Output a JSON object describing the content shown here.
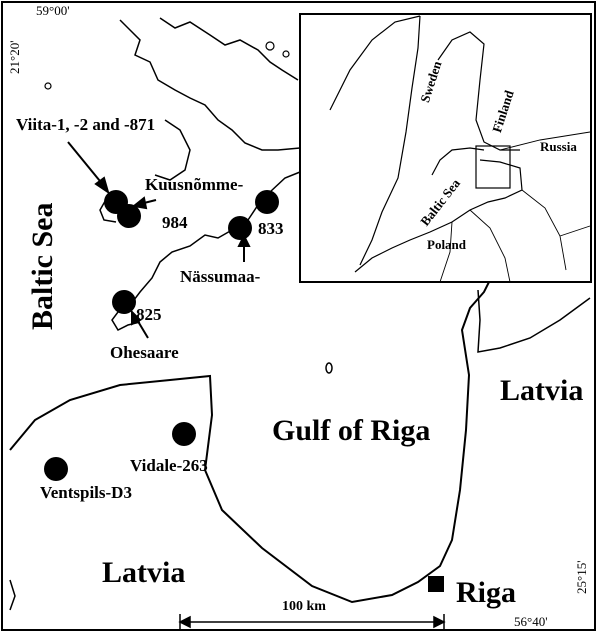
{
  "coordinates": {
    "lat_top": "59°00'",
    "lon_left": "21°20'",
    "lon_right": "25°15'",
    "lat_bottom": "56°40'"
  },
  "labels": {
    "baltic_sea": "Baltic Sea",
    "gulf_of_riga": "Gulf of Riga",
    "latvia_east": "Latvia",
    "latvia_south": "Latvia",
    "riga": "Riga"
  },
  "sites": {
    "viita": "Viita-1, -2 and -871",
    "kuusnomme_line1": "Kuusnõmme-",
    "kuusnomme_line2": "984",
    "nassumaa_num": "833",
    "nassumaa_name": "Nässumaa-",
    "ohesaare_num": "825",
    "ohesaare_name": "Ohesaare",
    "vidale": "Vidale-263",
    "ventspils": "Ventspils-D3"
  },
  "scale_bar": {
    "label": "100 km"
  },
  "inset": {
    "sweden": "Sweden",
    "finland": "Finland",
    "russia": "Russia",
    "baltic_sea": "Baltic Sea",
    "poland": "Poland"
  }
}
